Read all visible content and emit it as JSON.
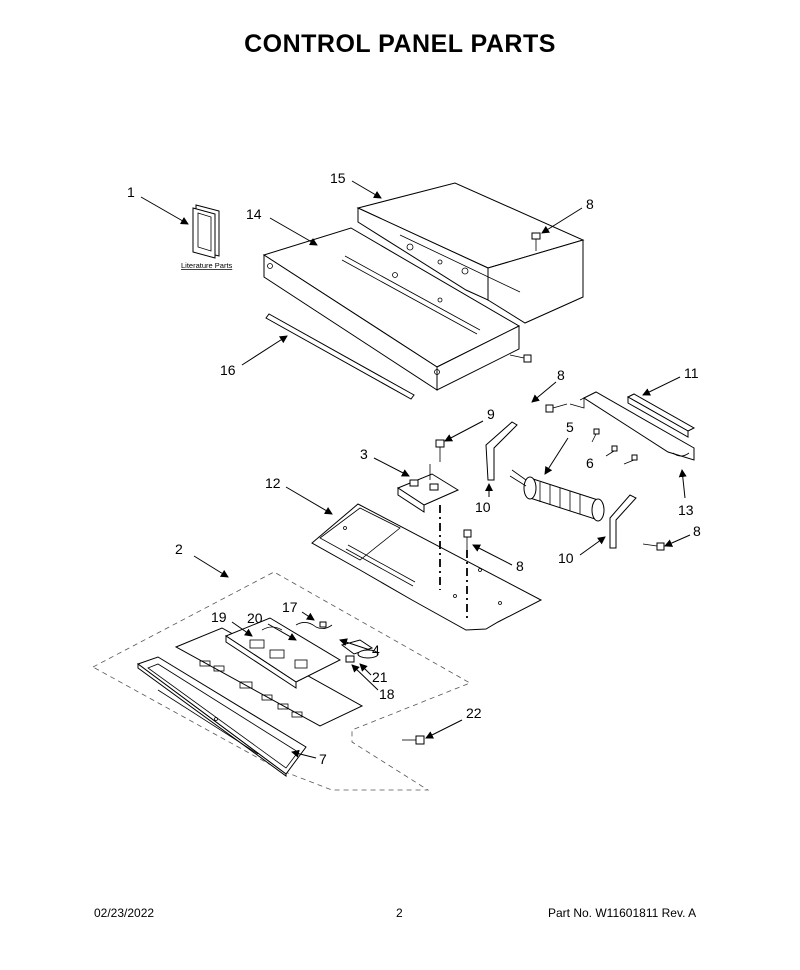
{
  "title": "CONTROL PANEL PARTS",
  "literature_label": "Literature Parts",
  "callouts": [
    "1",
    "2",
    "3",
    "4",
    "5",
    "6",
    "7",
    "8",
    "9",
    "10",
    "11",
    "12",
    "13",
    "14",
    "15",
    "16",
    "17",
    "18",
    "19",
    "20",
    "21",
    "22"
  ],
  "footer": {
    "date": "02/23/2022",
    "page": "2",
    "part": "Part No.  W11601811  Rev.  A"
  }
}
